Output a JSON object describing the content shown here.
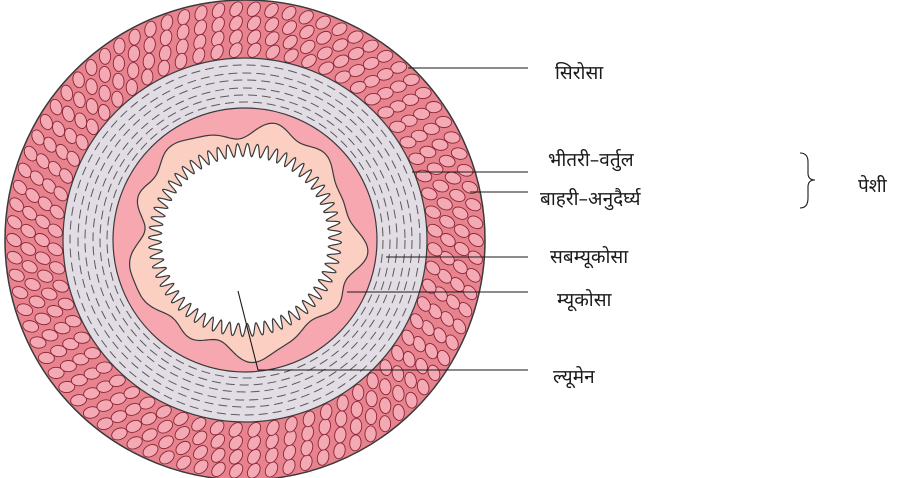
{
  "labels": {
    "serosa": "सिरोसा",
    "inner_circular": "भीतरी–वर्तुल",
    "outer_longitudinal": "बाहरी–अनुदैर्घ्य",
    "muscle": "पेशी",
    "submucosa": "सबम्यूकोसा",
    "mucosa": "म्यूकोसा",
    "lumen": "ल्यूमेन"
  },
  "colors": {
    "serosa_band": "#e7838f",
    "cell_fill": "#f4aab4",
    "cell_stroke": "#8c2434",
    "muscle_band": "#e2dde4",
    "muscle_dash": "#5a5a5a",
    "submucosa": "#f7a7b0",
    "mucosa": "#fbd0c2",
    "lumen": "#ffffff",
    "outline": "#3a3a3a"
  }
}
